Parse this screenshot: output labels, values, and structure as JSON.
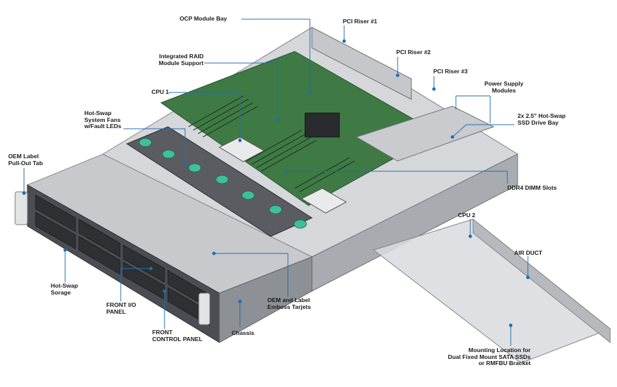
{
  "colors": {
    "leader": "#1f6fb0",
    "chassis": "#b9bcc1",
    "board": "#3f7a45",
    "fan_clip": "#3fbf9a"
  },
  "labels": {
    "ocp_module_bay": "OCP Module Bay",
    "pci_riser_1": "PCI Riser #1",
    "pci_riser_2": "PCI Riser #2",
    "pci_riser_3": "PCI Riser #3",
    "integrated_raid": "Integrated RAID\nModule Support",
    "power_supply": "Power Supply\nModules",
    "cpu_1": "CPU 1",
    "ssd_drive_bay": "2x 2.5\" Hot-Swap\nSSD Drive Bay",
    "hot_swap_fans": "Hot-Swap\nSystem Fans\nw/Fault LEDs",
    "oem_label_tab": "OEM Label\nPull-Out Tab",
    "ddr4_dimm": "DDR4 DIMM Slots",
    "cpu_2": "CPU 2",
    "air_duct": "AIR DUCT",
    "hot_swap_storage": "Hot-Swap\nSorage",
    "front_io": "FRONT I/O\nPANEL",
    "oem_emboss": "OEM and Label\nEmboss Tarjets",
    "front_control": "FRONT\nCONTROL PANEL",
    "chassis": "Chassis",
    "mounting_location": "Mounting Location for\nDual Fixed Mount SATA SSDs\nor RMFBU Bracket"
  }
}
